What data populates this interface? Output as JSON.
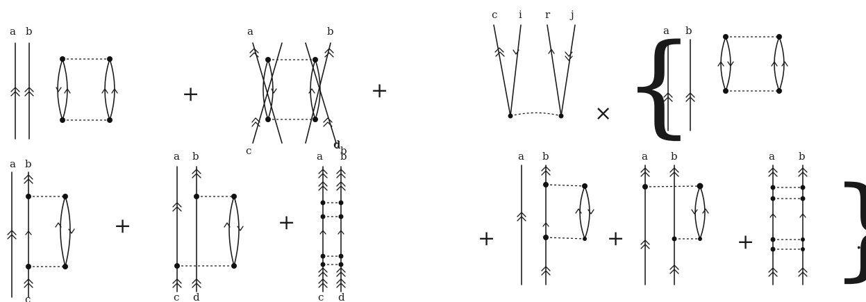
{
  "labels": {
    "a": "a",
    "b": "b",
    "c": "c",
    "d": "d",
    "i": "i",
    "r": "r",
    "j": "j"
  },
  "operators": {
    "plus": "+",
    "times": "×",
    "brace_open": "{",
    "brace_close": "}",
    "period": "."
  }
}
